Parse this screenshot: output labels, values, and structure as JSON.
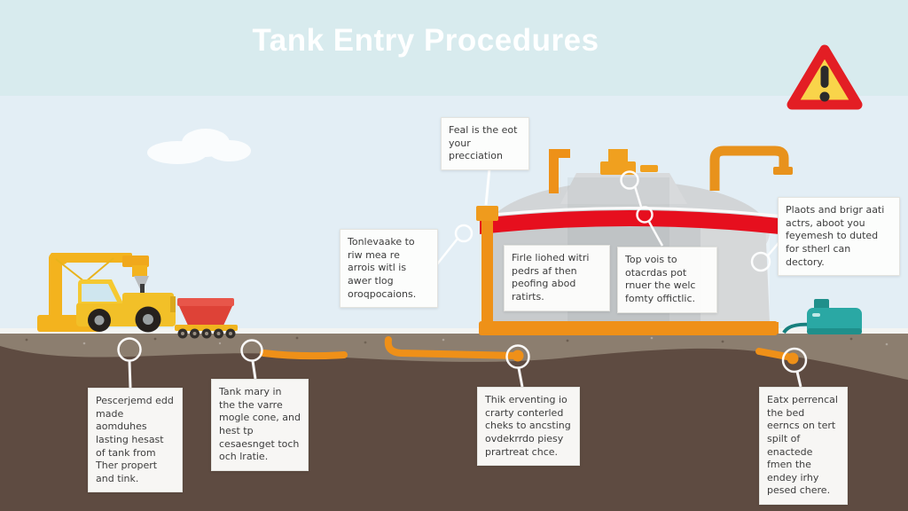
{
  "header": {
    "title": "Tank Entry Procedures"
  },
  "icons": {
    "warning_triangle": "warning-triangle-icon",
    "cloud": "cloud-icon"
  },
  "palette": {
    "header_band": "#d8ebee",
    "sky": "#e3eef5",
    "surface_line": "#f3f4f2",
    "gravel": "#8c7e6f",
    "soil": "#5e4b41",
    "pipe_orange": "#ee9418",
    "tank_body_gray": "#c8cbcd",
    "tank_dome_gray": "#d5d8da",
    "band_red": "#e60f1e",
    "machine_yellow": "#f2c028",
    "hopper_red": "#de4237",
    "generator_teal": "#2aa8a4",
    "warning_red": "#e31e24",
    "warning_yellow": "#f9d44a",
    "callout_bg": "#fdfdfc",
    "callout_text": "#3d3d3d"
  },
  "callouts": {
    "top_cap": "Feal is the eot your precciation",
    "left_pipe": "Tonlevaake to riw mea re arrois witl is awer tlog oroqpocaions.",
    "manway": "Firle liohed witri pedrs af then peofing abod ratirts.",
    "vent": "Top vois to otacrdas pot rnuer the welc fomty offictlic.",
    "right_side": "Plaots and brigr aati actrs, aboot you feyemesh to duted for stherl can dectory.",
    "ground_left": "Pescerjemd edd made aomduhes lasting hesast of tank from Ther propert and tink.",
    "ground_mid_left": "Tank mary in the the varre mogle cone, and hest tp cesaesnget toch och lratie.",
    "ground_center": "Thik erventing io crarty conterled cheks to ancsting ovdekrrdo piesy prartreat chce.",
    "ground_right": "Eatx perrencal the bed eerncs on tert spilt of enactede fmen the endey irhy pesed chere."
  }
}
